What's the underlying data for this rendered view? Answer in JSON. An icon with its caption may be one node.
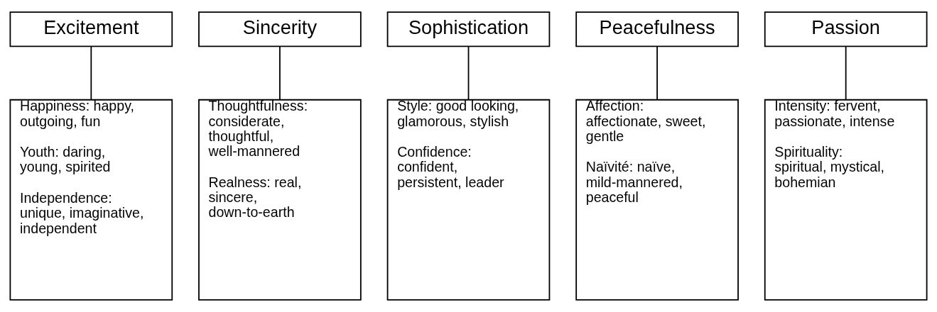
{
  "diagram": {
    "nodes": [
      {
        "text": [
          "Excitement"
        ]
      },
      {
        "text": [
          "Sincerity"
        ]
      },
      {
        "text": [
          "Sophistication"
        ]
      },
      {
        "text": [
          "Peacefulness"
        ]
      },
      {
        "text": [
          "Passion"
        ]
      },
      {
        "text": [
          "Happiness: happy, outgoing, fun",
          "Youth: daring, young, spirited",
          "Independence: unique, imaginative, independent"
        ]
      },
      {
        "text": [
          "Thoughtfulness: considerate, thoughtful, well-mannered",
          "Realness: real, sincere, down-to-earth"
        ]
      },
      {
        "text": [
          "Style: good looking, glamorous, stylish",
          "Confidence: confident, persistent, leader"
        ]
      },
      {
        "text": [
          "Affection: affectionate, sweet, gentle",
          "Naïvité: naïve, mild-mannered, peaceful"
        ]
      },
      {
        "text": [
          "Intensity: fervent, passionate, intense",
          "Spirituality: spiritual, mystical, bohemian"
        ]
      }
    ],
    "edges": [
      {
        "from": 0,
        "to": 5,
        "arrow": "none"
      },
      {
        "from": 1,
        "to": 6,
        "arrow": "none"
      },
      {
        "from": 2,
        "to": 7,
        "arrow": "none"
      },
      {
        "from": 3,
        "to": 8,
        "arrow": "none"
      },
      {
        "from": 4,
        "to": 9,
        "arrow": "none"
      }
    ]
  }
}
